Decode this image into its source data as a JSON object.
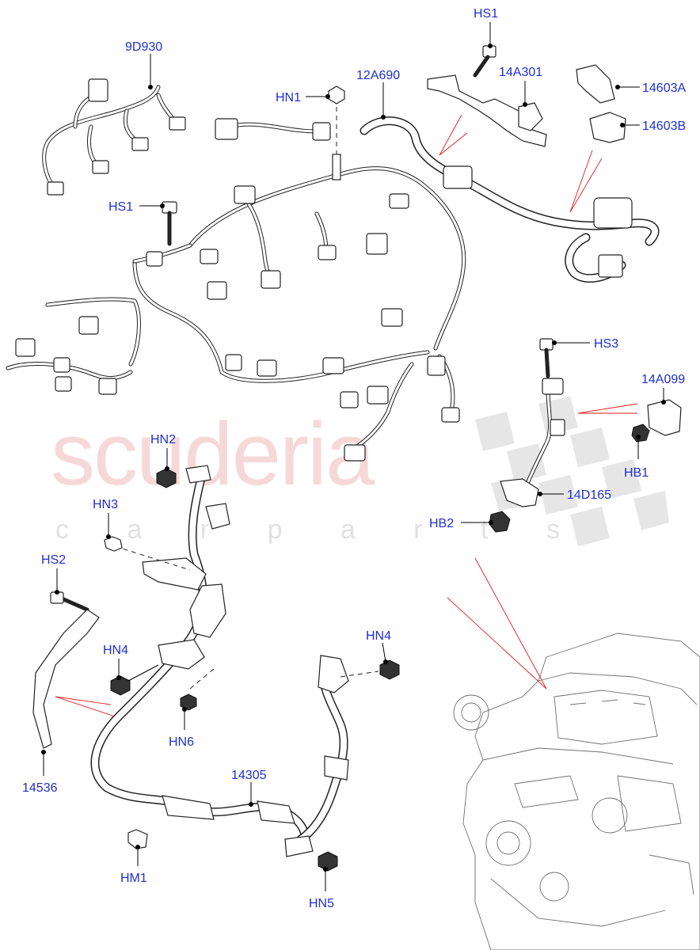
{
  "watermark": {
    "brand": "scuderia",
    "tagline": "c a r p a r t s"
  },
  "colors": {
    "callout_text": "#1f2fd0",
    "reference_line": "#e21b1b",
    "watermark_brand": "#f2b9bb",
    "watermark_tagline": "#c9c9c9"
  },
  "callouts": [
    {
      "id": "hs1-top",
      "label": "HS1"
    },
    {
      "id": "9d930",
      "label": "9D930"
    },
    {
      "id": "12a690",
      "label": "12A690"
    },
    {
      "id": "14a301",
      "label": "14A301"
    },
    {
      "id": "14603a",
      "label": "14603A"
    },
    {
      "id": "hn1",
      "label": "HN1"
    },
    {
      "id": "14603b",
      "label": "14603B"
    },
    {
      "id": "hs1-left",
      "label": "HS1"
    },
    {
      "id": "hs3",
      "label": "HS3"
    },
    {
      "id": "14a099",
      "label": "14A099"
    },
    {
      "id": "hn2",
      "label": "HN2"
    },
    {
      "id": "hb1",
      "label": "HB1"
    },
    {
      "id": "14d165",
      "label": "14D165"
    },
    {
      "id": "hn3",
      "label": "HN3"
    },
    {
      "id": "hb2",
      "label": "HB2"
    },
    {
      "id": "hs2",
      "label": "HS2"
    },
    {
      "id": "hn4-left",
      "label": "HN4"
    },
    {
      "id": "hn4-right",
      "label": "HN4"
    },
    {
      "id": "hn6",
      "label": "HN6"
    },
    {
      "id": "14536",
      "label": "14536"
    },
    {
      "id": "14305",
      "label": "14305"
    },
    {
      "id": "hm1",
      "label": "HM1"
    },
    {
      "id": "hn5",
      "label": "HN5"
    }
  ]
}
